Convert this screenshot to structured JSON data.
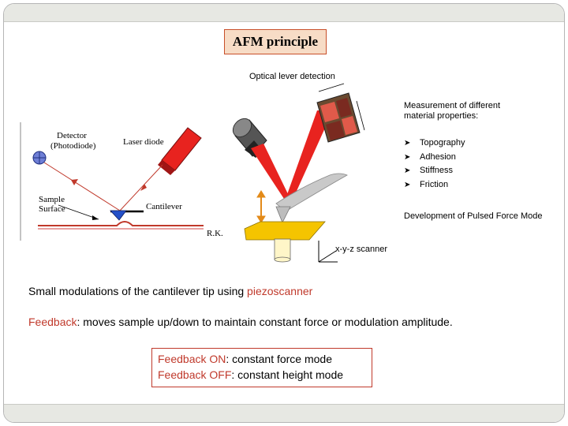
{
  "title": "AFM principle",
  "left_diagram": {
    "detector_label_1": "Detector",
    "detector_label_2": "(Photodiode)",
    "laser_label": "Laser diode",
    "sample_label_1": "Sample",
    "sample_label_2": "Surface",
    "cantilever_label": "Cantilever",
    "initials": "R.K."
  },
  "right_diagram": {
    "caption": "Optical lever detection",
    "scanner_label": "x-y-z scanner",
    "measurement_heading_1": "Measurement of different",
    "measurement_heading_2": "material properties:",
    "properties": [
      "Topography",
      "Adhesion",
      "Stiffness",
      "Friction"
    ],
    "pulsed_mode": "Development of Pulsed Force Mode"
  },
  "line1": {
    "text": "Small modulations of the cantilever tip using ",
    "highlight": "piezoscanner"
  },
  "line2": {
    "highlight": "Feedback",
    "text": ": moves sample up/down to maintain constant force or modulation amplitude."
  },
  "feedback_box": {
    "on_label": "Feedback ON",
    "on_text": ": constant force mode",
    "off_label": "Feedback OFF",
    "off_text": ": constant height mode"
  },
  "colors": {
    "accent_red": "#c0392b",
    "laser_red": "#e8231f",
    "scanner_yellow": "#f5c400",
    "band": "#e7e8e3"
  }
}
